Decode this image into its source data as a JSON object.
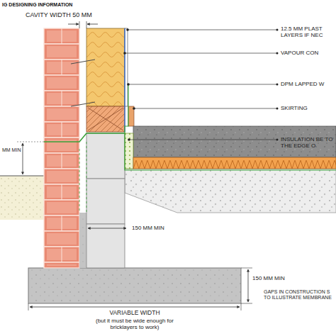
{
  "diagram": {
    "title": "IG DESIGNING INFORMATION",
    "labels": [
      "CAVITY WIDTH 50 MM",
      "12.5 MM PLAST LAYERS IF NEC",
      "VAPOUR CON",
      "DPM LAPPED W",
      "SKIRTING",
      "INSULATION BE TO THE EDGE O",
      "MM MIN",
      "150 MM MIN",
      "150 MM MIN",
      "GAPS IN CONSTRUCTION S TO ILLUSTRATE MEMBRANE",
      "VARIABLE WIDTH",
      "(but it must be wide enough for bricklayers to work)"
    ]
  }
}
